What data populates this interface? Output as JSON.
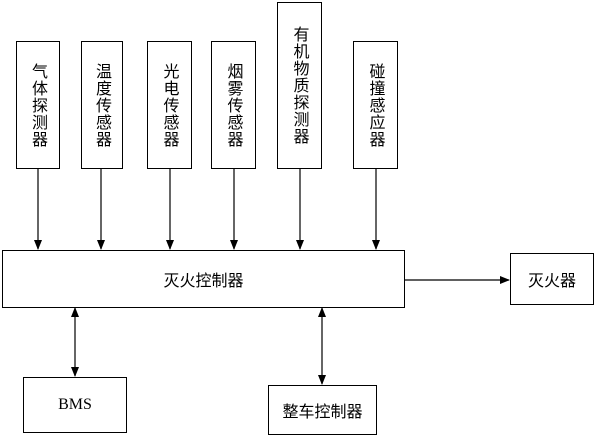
{
  "sensors": [
    {
      "label": "气体探测器"
    },
    {
      "label": "温度传感器"
    },
    {
      "label": "光电传感器"
    },
    {
      "label": "烟雾传感器"
    },
    {
      "label": "有机物质探测器"
    },
    {
      "label": "碰撞感应器"
    }
  ],
  "controller": {
    "label": "灭火控制器"
  },
  "extinguisher": {
    "label": "灭火器"
  },
  "bms": {
    "label": "BMS"
  },
  "vehicle_controller": {
    "label": "整车控制器"
  }
}
